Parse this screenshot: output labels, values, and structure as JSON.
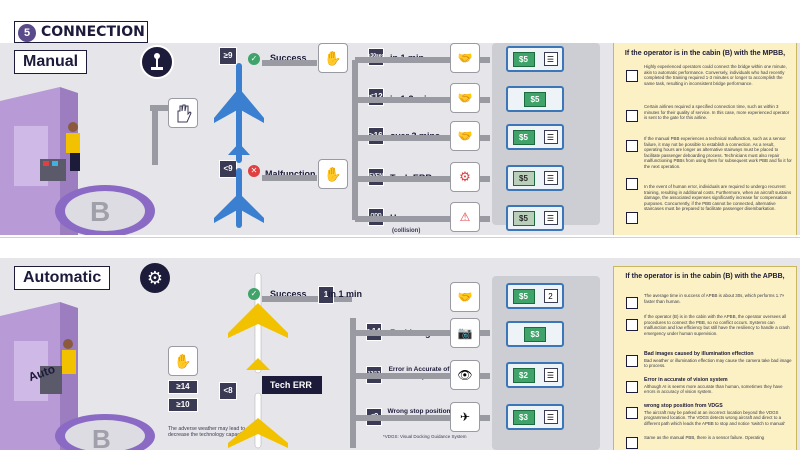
{
  "section": {
    "number": "5",
    "title": "CONNECTION"
  },
  "manual": {
    "label": "Manual",
    "cabin_letter": "B",
    "timers": [
      "≥9",
      "<9"
    ],
    "outcomes": [
      "Success",
      "Malfunction"
    ],
    "branches": [
      {
        "step": "≤30sec",
        "label": "in 1 min",
        "cash": "$5"
      },
      {
        "step": "≤12",
        "label": "in 1-3 mins",
        "cash": "$5"
      },
      {
        "step": "≥16",
        "label": "over 3 mins",
        "cash": "$5"
      },
      {
        "step": "EVEN",
        "label": "Tech ERR",
        "cash": "$5"
      },
      {
        "step": "ODD",
        "label": "Human error",
        "cash": "$5"
      }
    ],
    "collision": "(collision)",
    "notes_title": "If the operator is in the cabin (B) with the MPBB,",
    "notes": [
      "Highly experienced operators could connect the bridge within one minute, akin to automatic performance. Conversely, individuals who had recently completed the training required 1-3 minutes or longer to accomplish the same task, resulting in inconsistent bridge performance.",
      "Certain airlines required a specified connection time, such as within 3 minutes for their quality of service. In this case, more experienced operator is sent to the gate for this airline.",
      "If the manual PBB experiences a technical malfunction, such as a sensor failure, it may not be possible to establish a connection. As a result, operating hours are longer as alternative stairways must be placed to facilitate passenger deboarding process. Technicians must also repair malfunctioning PBBs from using them for subsequent work PBB and fix it for the next operation.",
      "In the event of human error, individuals are required to undergo recurrent training, resulting in additional costs. Furthermore, when an aircraft sustains damage, the associated expenses significantly increase for compensation purposes. Concurrently, if the PBB cannot be connected, alternative staircases must be prepared to facilitate passenger disembarkation."
    ]
  },
  "automatic": {
    "label": "Automatic",
    "cabin_label": "Auto",
    "cabin_letter": "B",
    "timers": [
      "≥14",
      "≥10",
      "<8"
    ],
    "outcome": "Success",
    "tech_err": "Tech ERR",
    "branches": [
      {
        "label": "in 1 min",
        "cash": "$5",
        "chk": "2"
      },
      {
        "step": "≥14",
        "label": "Bad images",
        "cash": "$3"
      },
      {
        "step": "12/13",
        "label": "Error in Accurate of vision system",
        "cash": "$2"
      },
      {
        "step": "≤9",
        "label": "Wrong stop position from VDGS",
        "cash": "$3"
      }
    ],
    "vdgs_note": "*VDGS: Visual Docking Guidance System",
    "weather_note": "The adverse weather may lead to decrease the technology capacity",
    "notes_title": "If the operator is in the cabin (B) with the APBB,",
    "notes": [
      {
        "head": "",
        "body": "The average time in success of APBB is about 30s, which performs 1.7× faster than human."
      },
      {
        "head": "",
        "body": "If the operator (B) is in the cabin with the APBB, the operator oversees all procedures to connect the PBB, so no conflict occurs. Systems can malfunction and low efficiency but still have the resiliency to handle a crash emergency under human supervision."
      },
      {
        "head": "Bad images caused by illumination effection",
        "body": "Bad weather or illumination effection may cause the camera take bad image to process."
      },
      {
        "head": "Error in accurate of vision system",
        "body": "Although AI is seems more accurate than human, sometimes they have errors in accuracy of vision system."
      },
      {
        "head": "wrong stop position from VDGS",
        "body": "The aircraft may be parked at an incorrect location beyond the VDGS programmed location. The VDGS detects wrong aircraft and direct to a different path which leads the APBB to stop and notice 'switch to manual'"
      },
      {
        "head": "",
        "body": "Same as the manual PBB, there is a sensor failure. Operating"
      }
    ]
  },
  "colors": {
    "panel": "#e6e6ea",
    "navy": "#1d1b3a",
    "purple": "#5a4a8a",
    "plane_blue": "#3a7fd0",
    "plane_yellow": "#f2c200",
    "note_bg": "#fbf1c4"
  }
}
